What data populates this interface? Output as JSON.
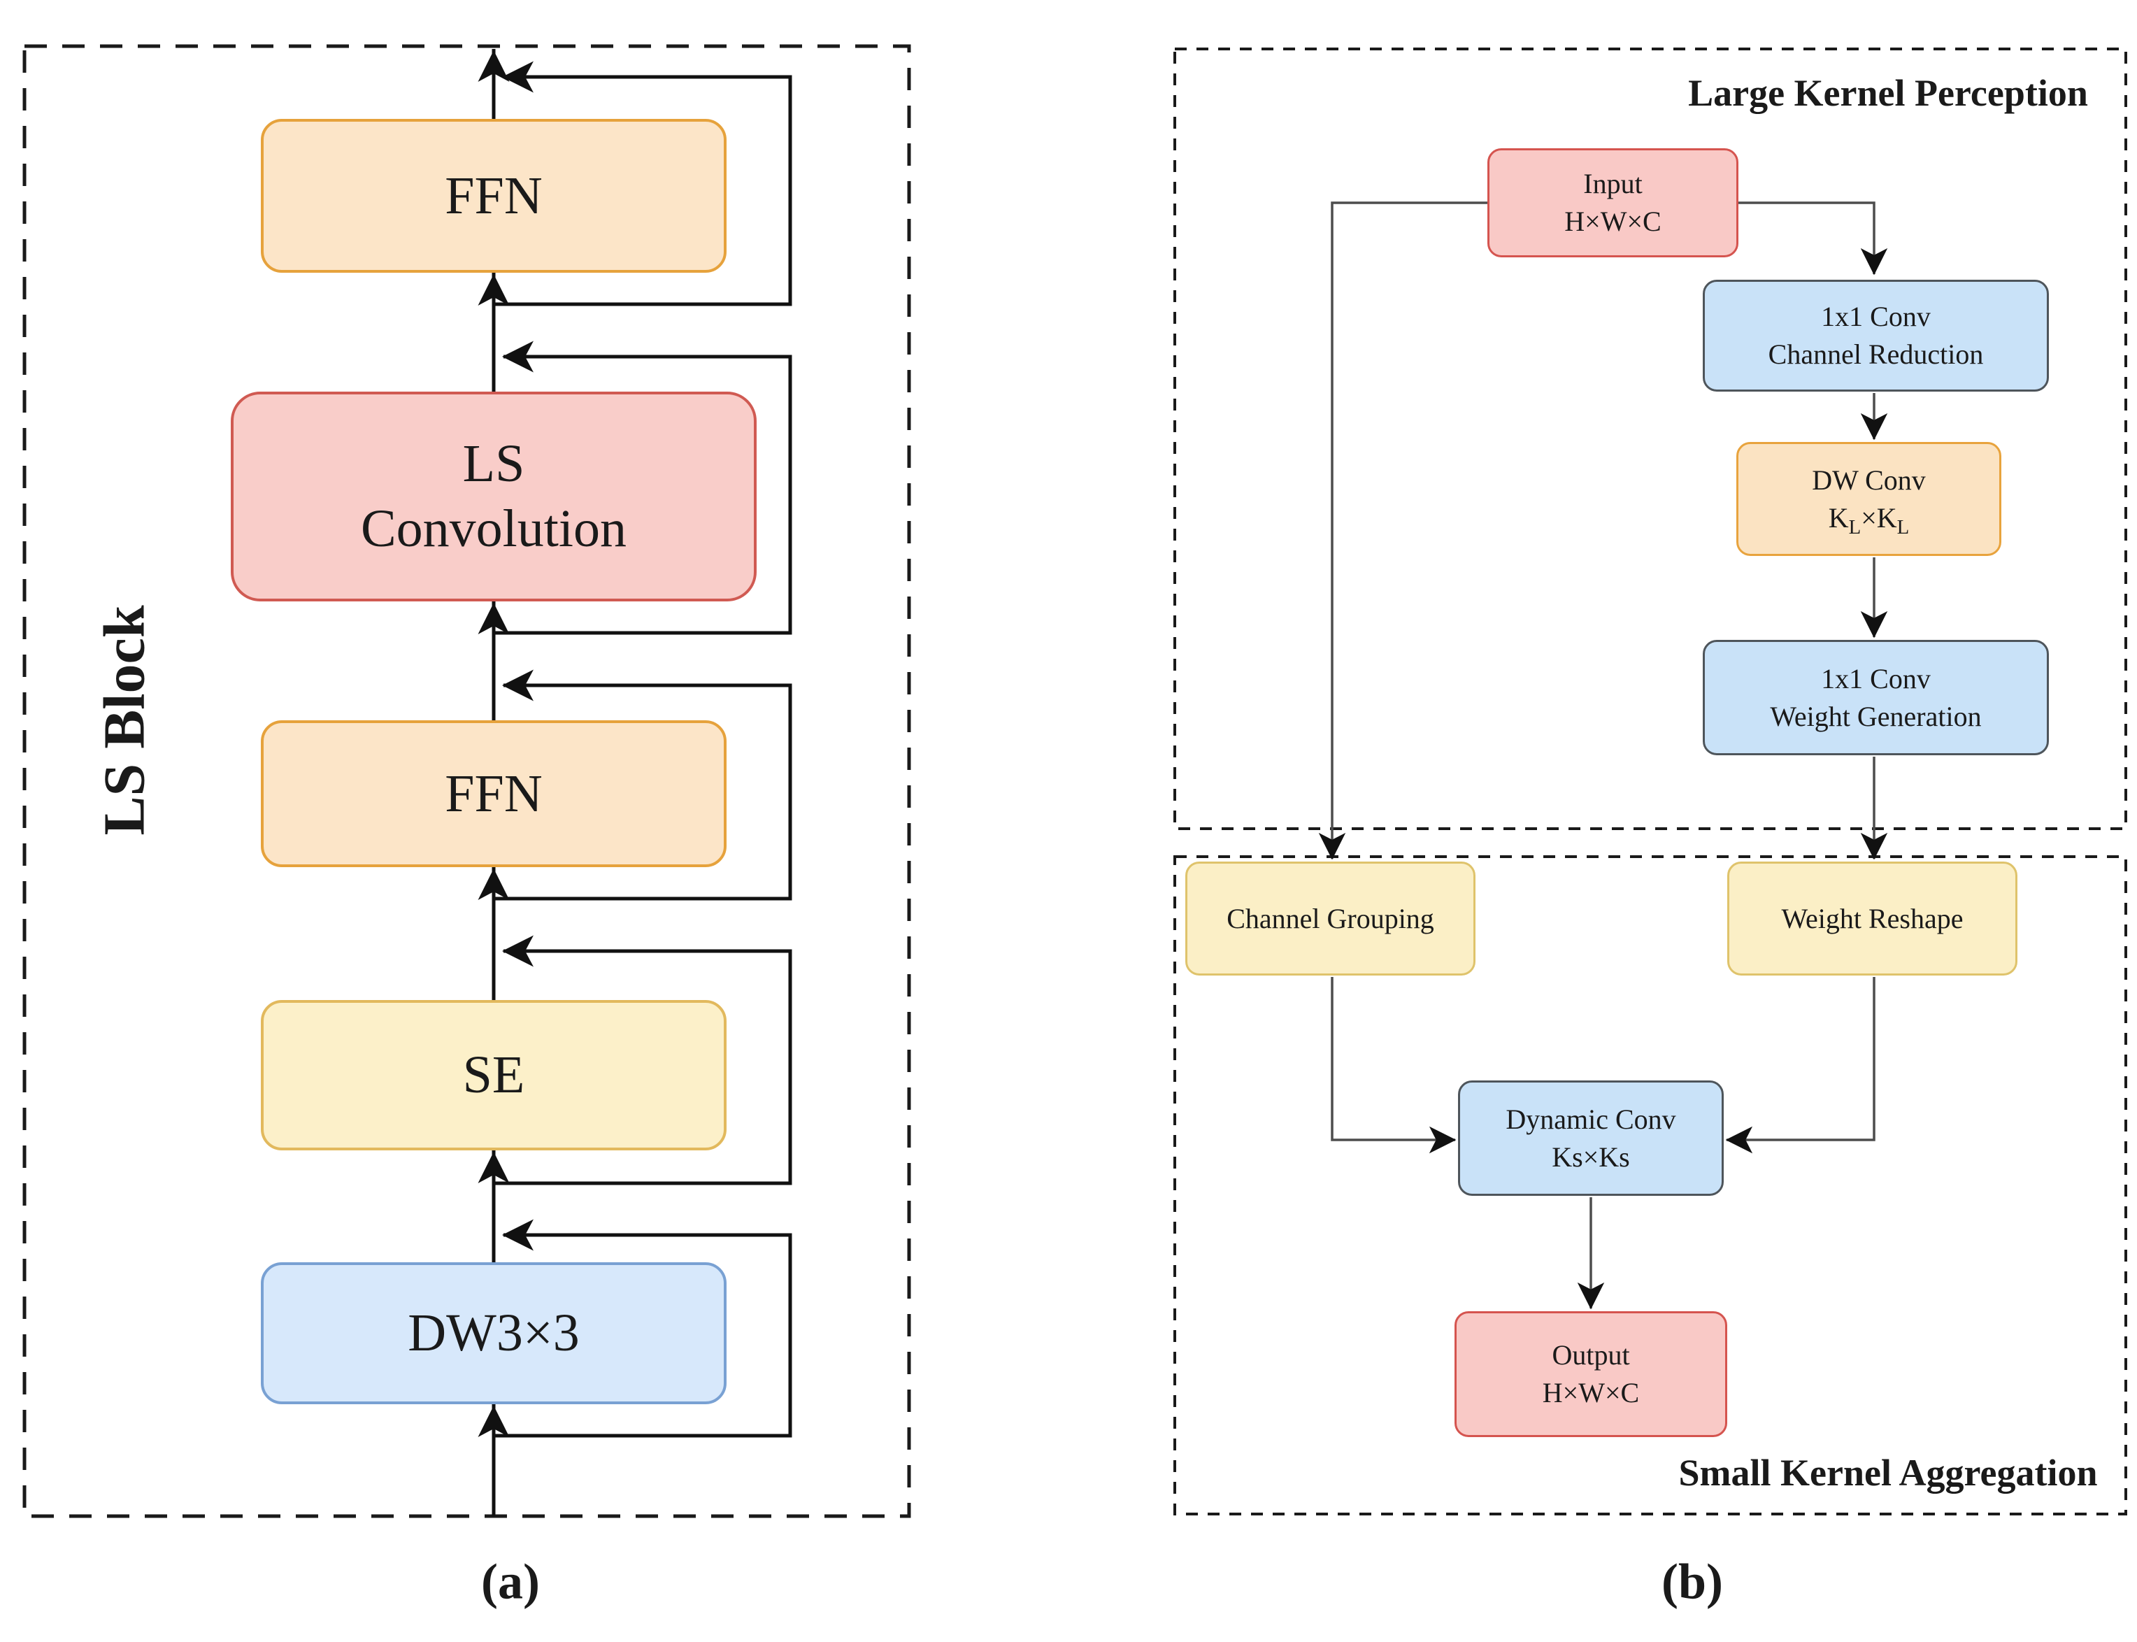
{
  "figure": {
    "type": "architecture-diagram",
    "description": "Two-panel block diagram of LS Block and LS Convolution internals"
  },
  "colors": {
    "ffn_orange": {
      "fill": "#FCE5C8",
      "border": "#E6A23C"
    },
    "ls_pink": {
      "fill": "#F9CDC9",
      "border": "#D05A52"
    },
    "se_yellow": {
      "fill": "#FCF0C9",
      "border": "#E2B95D"
    },
    "dw_blue": {
      "fill": "#D7E8FB",
      "border": "#79A1D3"
    },
    "io_pink": {
      "fill": "#F9C9C6",
      "border": "#D5544F"
    },
    "conv_blue": {
      "fill": "#C9E2F8",
      "border": "#4E555B"
    },
    "dw_orange": {
      "fill": "#FBE3C2",
      "border": "#E8A33D"
    },
    "group_yellow": {
      "fill": "#FBEFC6",
      "border": "#DFC36B"
    },
    "line_a": "#111111",
    "line_b": "#4d4d4d"
  },
  "panel_a": {
    "caption": "(a)",
    "block_label": "LS Block",
    "nodes": [
      {
        "id": "ffn-top",
        "lines": [
          "FFN"
        ]
      },
      {
        "id": "ls-convolution",
        "lines": [
          "LS",
          "Convolution"
        ]
      },
      {
        "id": "ffn-middle",
        "lines": [
          "FFN"
        ]
      },
      {
        "id": "se",
        "lines": [
          "SE"
        ]
      },
      {
        "id": "dw3x3",
        "lines": [
          "DW3×3"
        ]
      }
    ]
  },
  "panel_b": {
    "caption": "(b)",
    "top_group_title": "Large Kernel Perception",
    "bottom_group_title": "Small Kernel Aggregation",
    "nodes": [
      {
        "id": "input",
        "lines": [
          "Input",
          "H×W×C"
        ]
      },
      {
        "id": "conv-reduction",
        "lines": [
          "1x1 Conv",
          "Channel Reduction"
        ]
      },
      {
        "id": "dw-conv-large",
        "lines": [
          "DW Conv",
          "K_{L}×K_{L}"
        ]
      },
      {
        "id": "conv-weight-gen",
        "lines": [
          "1x1 Conv",
          "Weight Generation"
        ]
      },
      {
        "id": "channel-grouping",
        "lines": [
          "Channel Grouping"
        ]
      },
      {
        "id": "weight-reshape",
        "lines": [
          "Weight Reshape"
        ]
      },
      {
        "id": "dynamic-conv",
        "lines": [
          "Dynamic Conv",
          "Ks×Ks"
        ]
      },
      {
        "id": "output",
        "lines": [
          "Output",
          "H×W×C"
        ]
      }
    ]
  }
}
